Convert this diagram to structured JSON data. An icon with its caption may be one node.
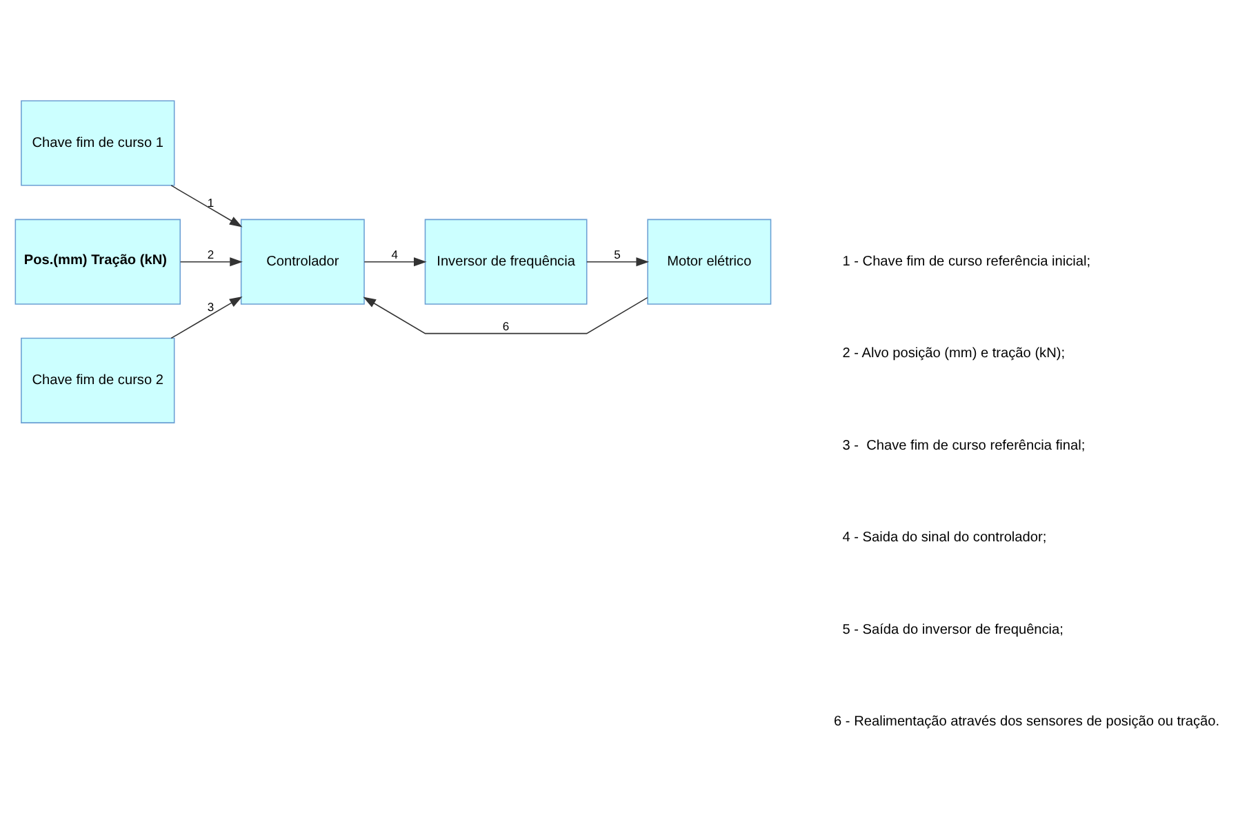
{
  "diagram": {
    "nodes": [
      {
        "text": [
          "Chave fim de curso 1"
        ]
      },
      {
        "text": [
          "Pos.(mm) Tração (kN)"
        ]
      },
      {
        "text": [
          "Chave fim de curso 2"
        ]
      },
      {
        "text": [
          "Controlador"
        ]
      },
      {
        "text": [
          "Inversor de frequência"
        ]
      },
      {
        "text": [
          "Motor elétrico"
        ]
      }
    ],
    "edges": [
      {
        "from": 0,
        "to": 3,
        "arrow": "to",
        "label": "1"
      },
      {
        "from": 1,
        "to": 3,
        "arrow": "to",
        "label": "2"
      },
      {
        "from": 2,
        "to": 3,
        "arrow": "to",
        "label": "3"
      },
      {
        "from": 3,
        "to": 4,
        "arrow": "to",
        "label": "4"
      },
      {
        "from": 4,
        "to": 5,
        "arrow": "to",
        "label": "5"
      },
      {
        "from": 5,
        "to": 3,
        "arrow": "to",
        "label": "6"
      }
    ],
    "labels": [
      "1 - Chave fim de curso referência inicial;",
      "2 - Alvo posição (mm) e tração (kN);",
      "3 -  Chave fim de curso referência final;",
      "4 - Saida do sinal do controlador;",
      "5 - Saída do inversor de frequência;",
      "6 - Realimentação através dos sensores de posição ou tração."
    ]
  }
}
